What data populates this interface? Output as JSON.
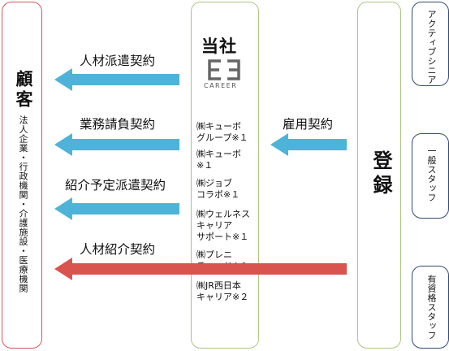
{
  "client": {
    "title": "顧客",
    "subtitle": "法人企業・行政機関・介護施設・医療機関"
  },
  "company": {
    "title": "当社",
    "logo_text": "CAREER"
  },
  "register": {
    "title": "登録"
  },
  "staff": [
    {
      "label": "アクティブシニア"
    },
    {
      "label": "一般スタッフ"
    },
    {
      "label": "有資格スタッフ"
    }
  ],
  "contracts": [
    {
      "label": "人材派遣契約",
      "color": "#4eb3d8"
    },
    {
      "label": "業務請負契約",
      "color": "#4eb3d8"
    },
    {
      "label": "紹介予定派遣契約",
      "color": "#4eb3d8"
    },
    {
      "label": "人材紹介契約",
      "color": "#d9544f"
    }
  ],
  "employment": {
    "label": "雇用契約",
    "color": "#4eb3d8"
  },
  "group_companies": [
    {
      "line1": "㈱キューボ",
      "line2": "グループ※１"
    },
    {
      "line1": "㈱キューボ",
      "line2": "※１"
    },
    {
      "line1": "㈱ジョブ",
      "line2": "コラボ※１"
    },
    {
      "line1": "㈱ウェルネス",
      "line2": "キャリア",
      "line3": "サポート※１"
    },
    {
      "line1": "㈱プレニ",
      "line2": "チュード※１"
    },
    {
      "line1": "㈱JR西日本",
      "line2": "キャリア※２"
    }
  ]
}
